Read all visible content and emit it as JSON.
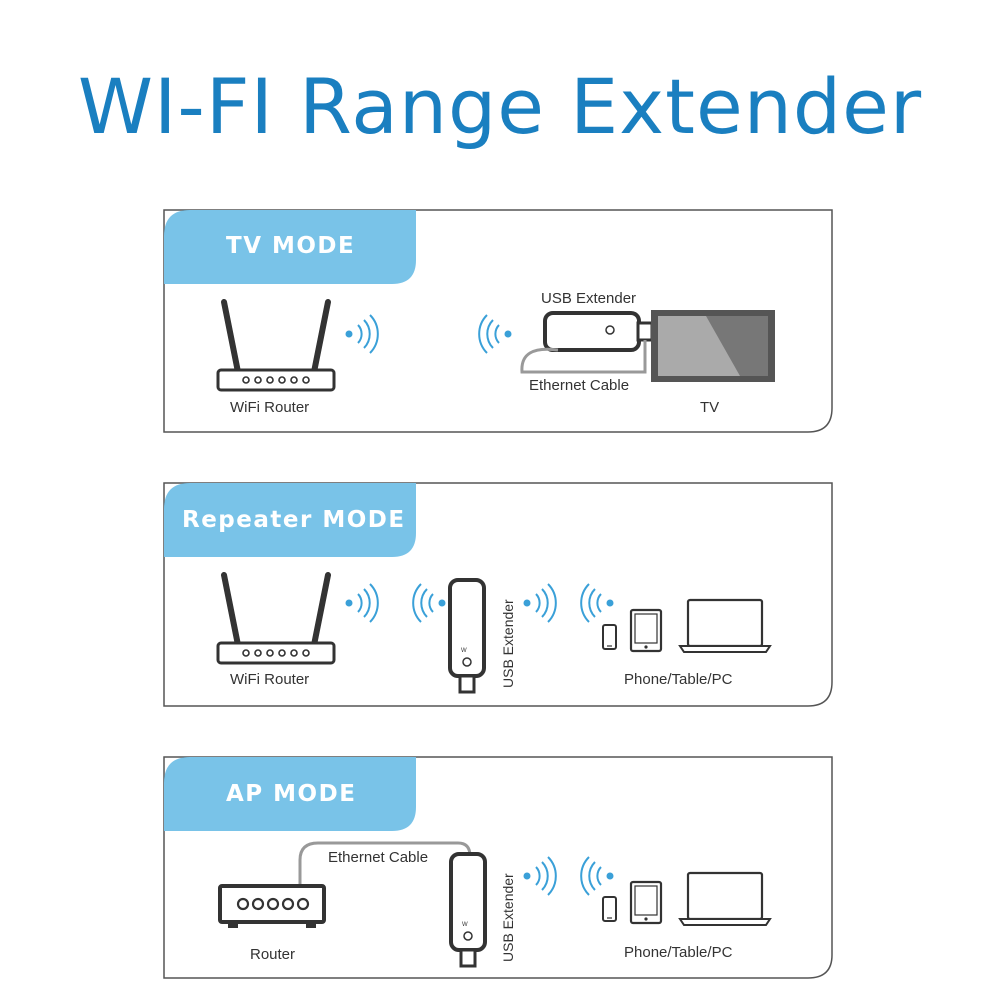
{
  "title": "WI-FI Range Extender",
  "colors": {
    "title": "#1a7fc0",
    "tab": "#79c3e8",
    "wave": "#3aa0d8",
    "device": "#333333"
  },
  "tv_mode": {
    "tab": "TV MODE",
    "router_label": "WiFi Router",
    "extender_label": "USB Extender",
    "cable_label": "Ethernet Cable",
    "tv_label": "TV"
  },
  "repeater_mode": {
    "tab": "Repeater MODE",
    "router_label": "WiFi Router",
    "extender_label": "USB Extender",
    "clients_label": "Phone/Table/PC"
  },
  "ap_mode": {
    "tab": "AP MODE",
    "router_label": "Router",
    "cable_label": "Ethernet Cable",
    "extender_label": "USB Extender",
    "clients_label": "Phone/Table/PC"
  },
  "icons": [
    "wifi-router-icon",
    "wifi-signal-icon",
    "usb-extender-icon",
    "tv-icon",
    "phone-icon",
    "tablet-icon",
    "laptop-icon",
    "ethernet-router-icon"
  ]
}
